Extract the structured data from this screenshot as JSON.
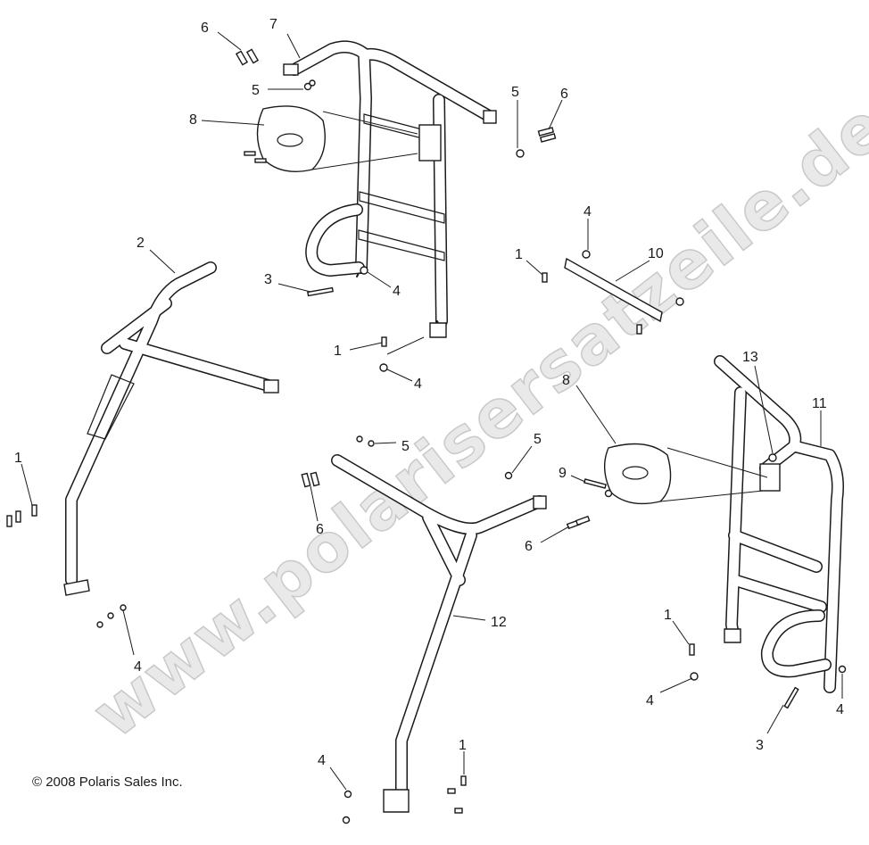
{
  "watermark": "www.polarisersatzeile.de",
  "copyright": "© 2008 Polaris Sales Inc.",
  "callouts": [
    {
      "id": "c6a",
      "text": "6"
    },
    {
      "id": "c7",
      "text": "7"
    },
    {
      "id": "c5a",
      "text": "5"
    },
    {
      "id": "c8a",
      "text": "8"
    },
    {
      "id": "c5b",
      "text": "5"
    },
    {
      "id": "c6b",
      "text": "6"
    },
    {
      "id": "c2",
      "text": "2"
    },
    {
      "id": "c3a",
      "text": "3"
    },
    {
      "id": "c4a",
      "text": "4"
    },
    {
      "id": "c4b",
      "text": "4"
    },
    {
      "id": "c1a",
      "text": "1"
    },
    {
      "id": "c10",
      "text": "10"
    },
    {
      "id": "c1b",
      "text": "1"
    },
    {
      "id": "c4c",
      "text": "4"
    },
    {
      "id": "c13",
      "text": "13"
    },
    {
      "id": "c11",
      "text": "11"
    },
    {
      "id": "c8b",
      "text": "8"
    },
    {
      "id": "c5c",
      "text": "5"
    },
    {
      "id": "c5d",
      "text": "5"
    },
    {
      "id": "c9",
      "text": "9"
    },
    {
      "id": "c1c",
      "text": "1"
    },
    {
      "id": "c6c",
      "text": "6"
    },
    {
      "id": "c6d",
      "text": "6"
    },
    {
      "id": "c12",
      "text": "12"
    },
    {
      "id": "c4d",
      "text": "4"
    },
    {
      "id": "c1d",
      "text": "1"
    },
    {
      "id": "c4e",
      "text": "4"
    },
    {
      "id": "c4f",
      "text": "4"
    },
    {
      "id": "c3b",
      "text": "3"
    },
    {
      "id": "c4g",
      "text": "4"
    },
    {
      "id": "c1e",
      "text": "1"
    }
  ]
}
